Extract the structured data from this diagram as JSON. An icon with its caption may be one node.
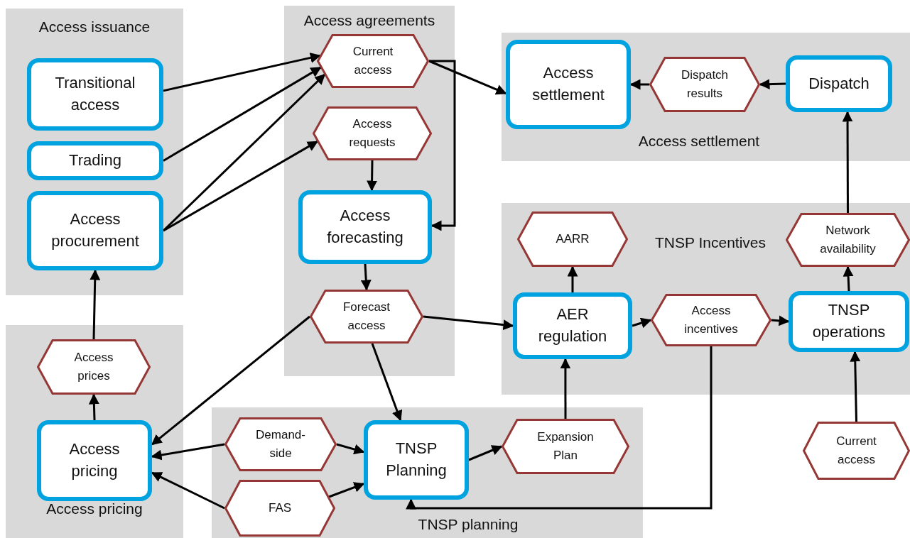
{
  "diagram": {
    "nodes": [
      {
        "text": [
          "Access issuance"
        ]
      },
      {
        "text": [
          "Transitional access"
        ],
        "in": 0
      },
      {
        "text": [
          "Trading"
        ],
        "in": 0
      },
      {
        "text": [
          "Access procurement"
        ],
        "in": 0
      },
      {
        "text": [
          "Access agreements"
        ]
      },
      {
        "text": [
          "Current access"
        ],
        "in": 4
      },
      {
        "text": [
          "Access requests"
        ],
        "in": 4
      },
      {
        "text": [
          "Access forecasting"
        ],
        "in": 4
      },
      {
        "text": [
          "Forecast access"
        ],
        "in": 4
      },
      {
        "text": [
          "Access settlement"
        ]
      },
      {
        "text": [
          "Access settlement"
        ],
        "in": 9
      },
      {
        "text": [
          "Dispatch results"
        ],
        "in": 9
      },
      {
        "text": [
          "Dispatch"
        ],
        "in": 9
      },
      {
        "text": [
          "TNSP Incentives"
        ]
      },
      {
        "text": [
          "AARR"
        ],
        "in": 13
      },
      {
        "text": [
          "Network availability"
        ],
        "in": 13
      },
      {
        "text": [
          "AER regulation"
        ],
        "in": 13
      },
      {
        "text": [
          "Access incentives"
        ],
        "in": 13
      },
      {
        "text": [
          "TNSP operations"
        ],
        "in": 13
      },
      {
        "text": [
          "Access pricing"
        ]
      },
      {
        "text": [
          "Access prices"
        ],
        "in": 19
      },
      {
        "text": [
          "Access pricing"
        ],
        "in": 19
      },
      {
        "text": [
          "TNSP planning"
        ]
      },
      {
        "text": [
          "Demand-side"
        ],
        "in": 22
      },
      {
        "text": [
          "FAS"
        ],
        "in": 22
      },
      {
        "text": [
          "TNSP Planning"
        ],
        "in": 22
      },
      {
        "text": [
          "Expansion Plan"
        ],
        "in": 22
      },
      {
        "text": [
          "Current access"
        ]
      }
    ],
    "edges": [
      {
        "from": 1,
        "to": 5,
        "arrow": "to"
      },
      {
        "from": 2,
        "to": 5,
        "arrow": "to"
      },
      {
        "from": 3,
        "to": 5,
        "arrow": "to"
      },
      {
        "from": 3,
        "to": 6,
        "arrow": "to"
      },
      {
        "from": 5,
        "to": 10,
        "arrow": "to"
      },
      {
        "from": 5,
        "to": 7,
        "arrow": "to"
      },
      {
        "from": 6,
        "to": 7,
        "arrow": "to"
      },
      {
        "from": 7,
        "to": 8,
        "arrow": "to"
      },
      {
        "from": 8,
        "to": 21,
        "arrow": "to"
      },
      {
        "from": 8,
        "to": 25,
        "arrow": "to"
      },
      {
        "from": 8,
        "to": 16,
        "arrow": "to"
      },
      {
        "from": 12,
        "to": 11,
        "arrow": "to"
      },
      {
        "from": 11,
        "to": 10,
        "arrow": "to"
      },
      {
        "from": 15,
        "to": 12,
        "arrow": "to"
      },
      {
        "from": 16,
        "to": 14,
        "arrow": "to"
      },
      {
        "from": 16,
        "to": 17,
        "arrow": "to"
      },
      {
        "from": 17,
        "to": 18,
        "arrow": "to"
      },
      {
        "from": 18,
        "to": 15,
        "arrow": "to"
      },
      {
        "from": 27,
        "to": 18,
        "arrow": "to"
      },
      {
        "from": 26,
        "to": 16,
        "arrow": "to"
      },
      {
        "from": 25,
        "to": 26,
        "arrow": "to"
      },
      {
        "from": 23,
        "to": 25,
        "arrow": "to"
      },
      {
        "from": 24,
        "to": 25,
        "arrow": "to"
      },
      {
        "from": 23,
        "to": 21,
        "arrow": "to"
      },
      {
        "from": 24,
        "to": 21,
        "arrow": "to"
      },
      {
        "from": 21,
        "to": 20,
        "arrow": "to"
      },
      {
        "from": 20,
        "to": 3,
        "arrow": "to"
      },
      {
        "from": 17,
        "to": 25,
        "arrow": "to"
      }
    ]
  }
}
